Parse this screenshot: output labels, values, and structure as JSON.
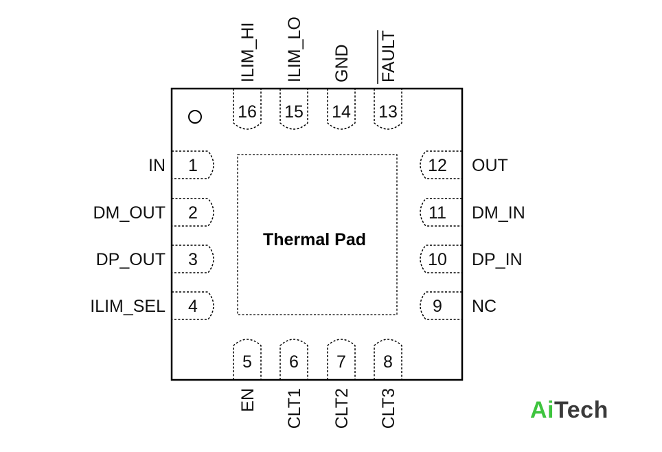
{
  "package": {
    "thermal_pad_label": "Thermal Pad"
  },
  "pins": {
    "left": [
      {
        "number": "1",
        "name": "IN"
      },
      {
        "number": "2",
        "name": "DM_OUT"
      },
      {
        "number": "3",
        "name": "DP_OUT"
      },
      {
        "number": "4",
        "name": "ILIM_SEL"
      }
    ],
    "bottom": [
      {
        "number": "5",
        "name": "EN"
      },
      {
        "number": "6",
        "name": "CLT1"
      },
      {
        "number": "7",
        "name": "CLT2"
      },
      {
        "number": "8",
        "name": "CLT3"
      }
    ],
    "right": [
      {
        "number": "9",
        "name": "NC"
      },
      {
        "number": "10",
        "name": "DP_IN"
      },
      {
        "number": "11",
        "name": "DM_IN"
      },
      {
        "number": "12",
        "name": "OUT"
      }
    ],
    "top": [
      {
        "number": "13",
        "name": "FAULT",
        "overbar": true
      },
      {
        "number": "14",
        "name": "GND"
      },
      {
        "number": "15",
        "name": "ILIM_LO"
      },
      {
        "number": "16",
        "name": "ILIM_HI"
      }
    ]
  },
  "brand": {
    "part1": "Ai",
    "part2": "Tech"
  }
}
